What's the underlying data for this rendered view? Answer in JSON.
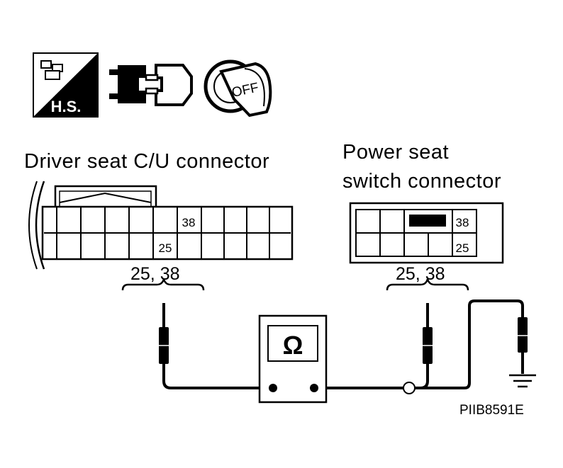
{
  "symbols": {
    "harness_icon_text": "H.S.",
    "key_icon_text": "OFF",
    "icons": [
      "harness-switch-icon",
      "connector-disconnect-icon",
      "ignition-key-off-icon",
      "ohmmeter-icon",
      "ground-icon"
    ]
  },
  "left_connector": {
    "title": "Driver seat C/U connector",
    "pin_top": "38",
    "pin_bottom": "25",
    "pins_label": "25, 38"
  },
  "right_connector": {
    "title_line1": "Power seat",
    "title_line2": "switch connector",
    "pin_top": "38",
    "pin_bottom": "25",
    "pins_label": "25, 38"
  },
  "meter": {
    "symbol": "Ω"
  },
  "figure_code": "PIIB8591E"
}
